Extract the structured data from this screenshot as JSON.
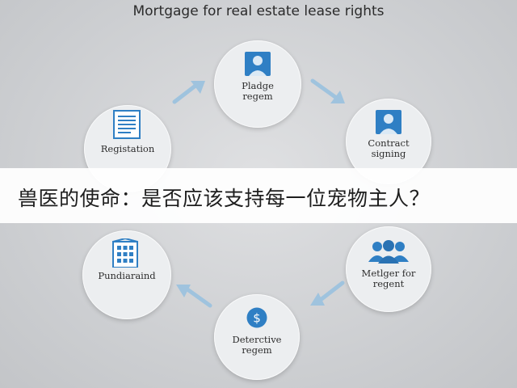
{
  "diagram": {
    "title": "Mortgage for real estate lease rights",
    "nodes": [
      {
        "label": "Pladge\nregem",
        "icon": "person-icon"
      },
      {
        "label": "Contract\nsigning",
        "icon": "person-icon"
      },
      {
        "label": "Metlger for\nregent",
        "icon": "group-icon"
      },
      {
        "label": "Deterctive\nregem",
        "icon": "dollar-icon"
      },
      {
        "label": "Pundiaraind",
        "icon": "building-icon"
      },
      {
        "label": "Registation",
        "icon": "document-icon"
      }
    ],
    "colors": {
      "accent": "#2f7fc4",
      "node_bg": "#eceef0",
      "arrow": "#9fc3de"
    }
  },
  "banner": {
    "text": "兽医的使命：是否应该支持每一位宠物主人？"
  }
}
